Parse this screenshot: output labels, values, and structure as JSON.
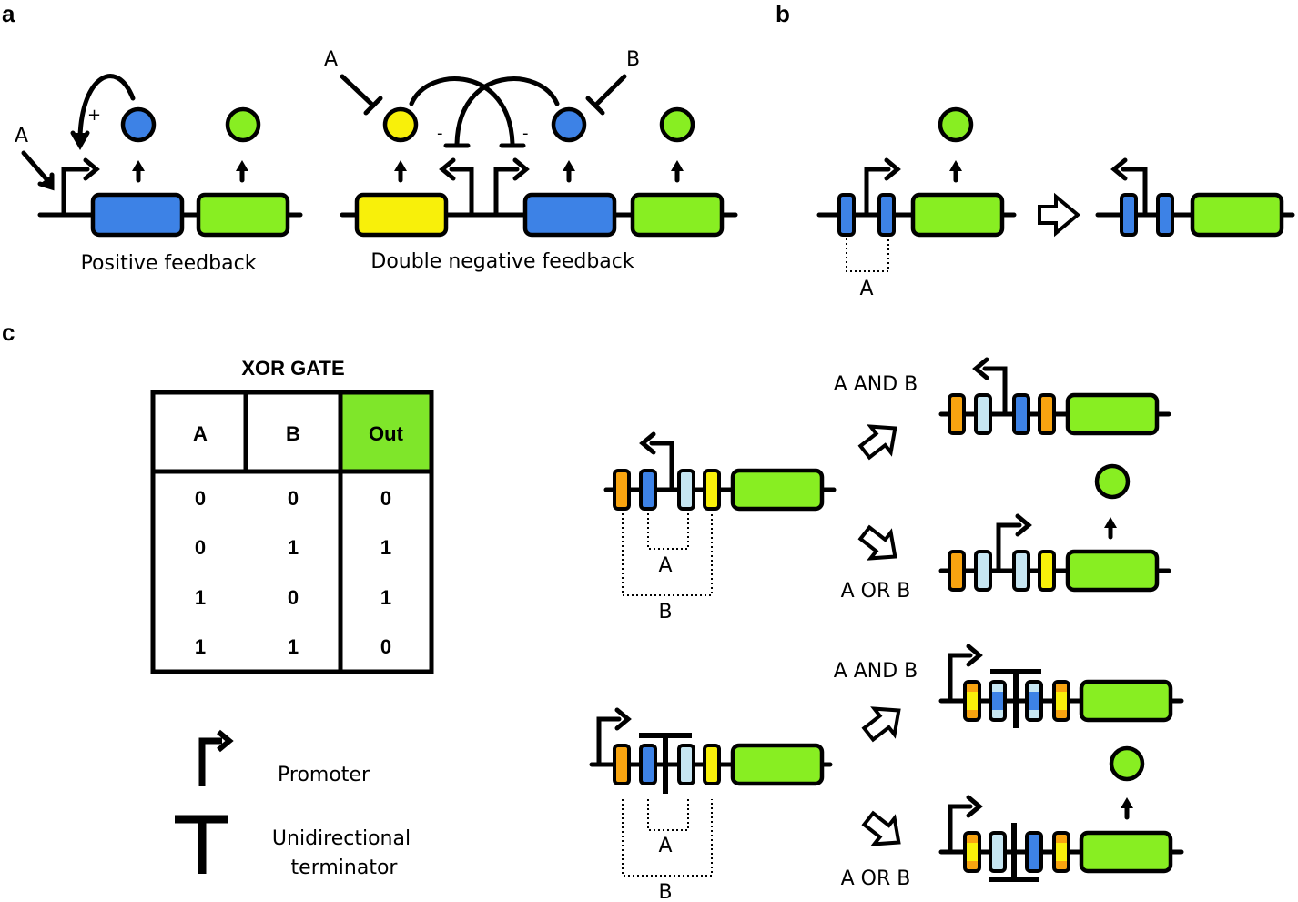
{
  "panels": {
    "a": "a",
    "b": "b",
    "c": "c"
  },
  "panel_a": {
    "positive": {
      "caption": "Positive feedback",
      "input": "A",
      "sign": "+"
    },
    "double_negative": {
      "caption": "Double negative feedback",
      "input_left": "A",
      "input_right": "B",
      "sign_left": "-",
      "sign_right": "-"
    }
  },
  "panel_b": {
    "range_label": "A"
  },
  "panel_c": {
    "table": {
      "title": "XOR GATE",
      "headers": [
        "A",
        "B",
        "Out"
      ],
      "rows": [
        [
          "0",
          "0",
          "0"
        ],
        [
          "0",
          "1",
          "1"
        ],
        [
          "1",
          "0",
          "1"
        ],
        [
          "1",
          "1",
          "0"
        ]
      ]
    },
    "legend": {
      "promoter": "Promoter",
      "terminator_line1": "Unidirectional",
      "terminator_line2": "terminator"
    },
    "top_construct": {
      "label_a": "A",
      "label_b": "B",
      "and_label": "A AND B",
      "or_label": "A OR B"
    },
    "bottom_construct": {
      "label_a": "A",
      "label_b": "B",
      "and_label": "A AND B",
      "or_label": "A OR B"
    }
  },
  "colors": {
    "blue": "#3d82e6",
    "green": "#88ee22",
    "yellow": "#f8f00a",
    "orange": "#f8a410",
    "lightblue": "#c6e6f2",
    "out_header": "#7fe62a"
  }
}
